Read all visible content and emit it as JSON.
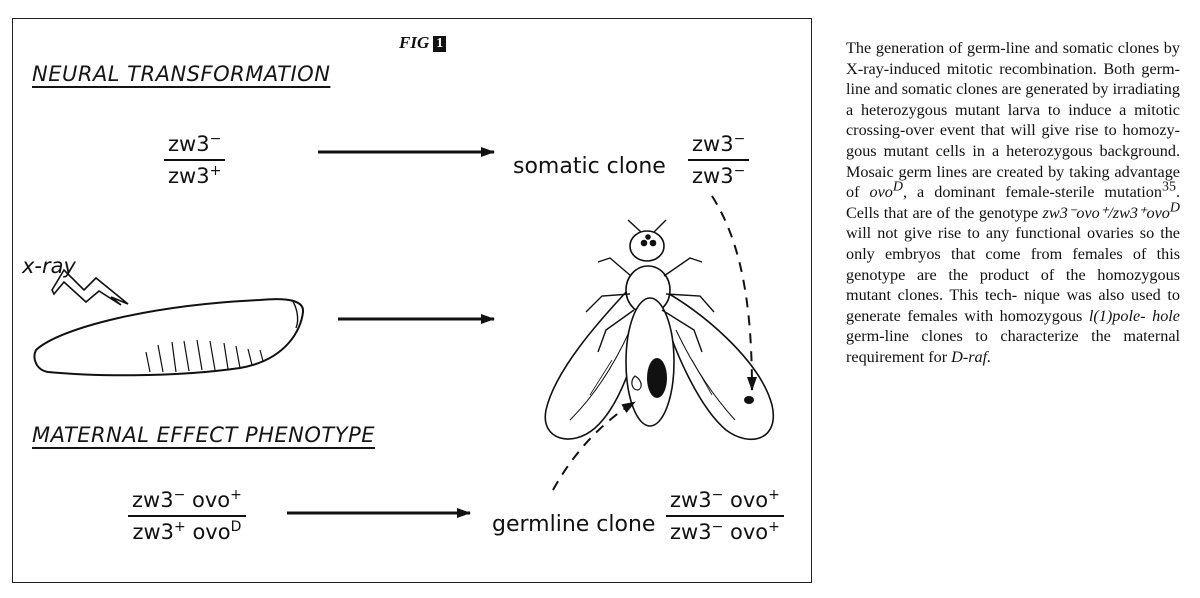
{
  "figure": {
    "tag": "FIG",
    "number": "1",
    "heading_top": "NEURAL TRANSFORMATION",
    "heading_bottom": "MATERNAL EFFECT PHENOTYPE",
    "xray_label": "x-ray",
    "top_genotype": {
      "num": "zw3",
      "num_sup": "−",
      "den": "zw3",
      "den_sup": "+"
    },
    "somatic_clone": {
      "label": "somatic clone",
      "num": "zw3",
      "num_sup": "−",
      "den": "zw3",
      "den_sup": "−"
    },
    "bottom_genotype": {
      "num_a": "zw3",
      "num_a_sup": "−",
      "num_b": "ovo",
      "num_b_sup": "+",
      "den_a": "zw3",
      "den_a_sup": "+",
      "den_b": "ovo",
      "den_b_sup": "D"
    },
    "germline_clone": {
      "label": "germline clone",
      "num_a": "zw3",
      "num_a_sup": "−",
      "num_b": "ovo",
      "num_b_sup": "+",
      "den_a": "zw3",
      "den_a_sup": "−",
      "den_b": "ovo",
      "den_b_sup": "+"
    }
  },
  "caption": {
    "p1": "The generation of germ-line and somatic clones by X-ray-induced mitotic recombination. Both germ-line and somatic clones are generated by irradiating a heterozygous mutant larva to induce a mitotic crossing-over event that will give rise to homozy- gous mutant cells in a heterozygous background. Mosaic germ lines are created by taking advantage of",
    "ovo": "ovo",
    "ovo_sup": "D",
    "p2": ", a dominant female-sterile mutation",
    "ref": "35",
    "p3": ". Cells that are of the genotype",
    "genotype": "zw3⁻ovo⁺/zw3⁺ovo",
    "genotype_sup": "D",
    "p4": "will not give rise to any functional ovaries so the only embryos that come from females of this genotype are the product of the homozygous mutant clones. This tech- nique was also used to generate females with homozygous",
    "pole": "l(1)pole- hole",
    "p5": "germ-line clones to characterize the maternal requirement for",
    "draf": "D-raf."
  },
  "colors": {
    "ink": "#111111",
    "background": "#ffffff"
  }
}
